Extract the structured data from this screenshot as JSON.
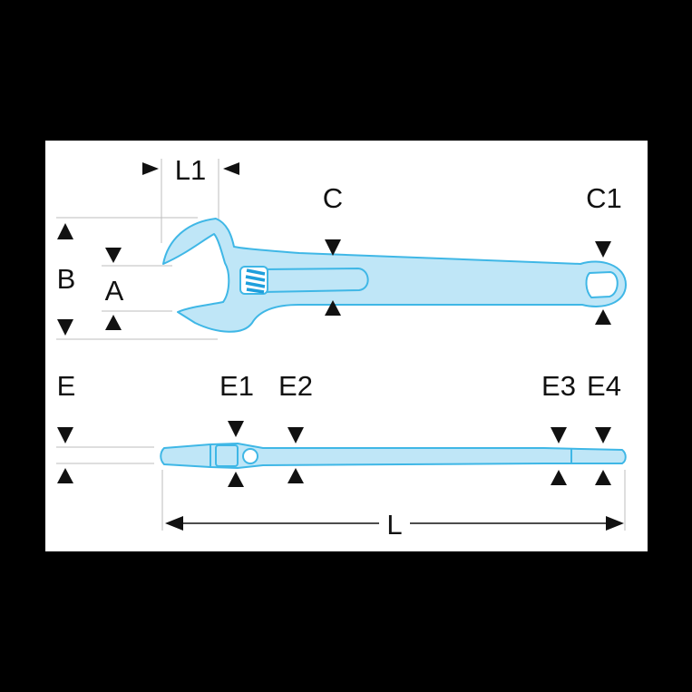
{
  "colors": {
    "background": "#000000",
    "panel": "#ffffff",
    "wrench_fill": "#bfe6f7",
    "wrench_stroke": "#3fb7e6",
    "adjuster_accent": "#1f9fdc",
    "arrow": "#111111",
    "extension_line": "#bdbdbd"
  },
  "labels": {
    "l1": "L1",
    "c": "C",
    "c1": "C1",
    "b": "B",
    "a": "A",
    "e": "E",
    "e1": "E1",
    "e2": "E2",
    "e3": "E3",
    "e4": "E4",
    "l": "L"
  },
  "icons": {
    "wrench_top_view": "adjustable-wrench-top-icon",
    "wrench_side_view": "adjustable-wrench-side-icon",
    "arrow": "triangle-arrow-icon"
  }
}
